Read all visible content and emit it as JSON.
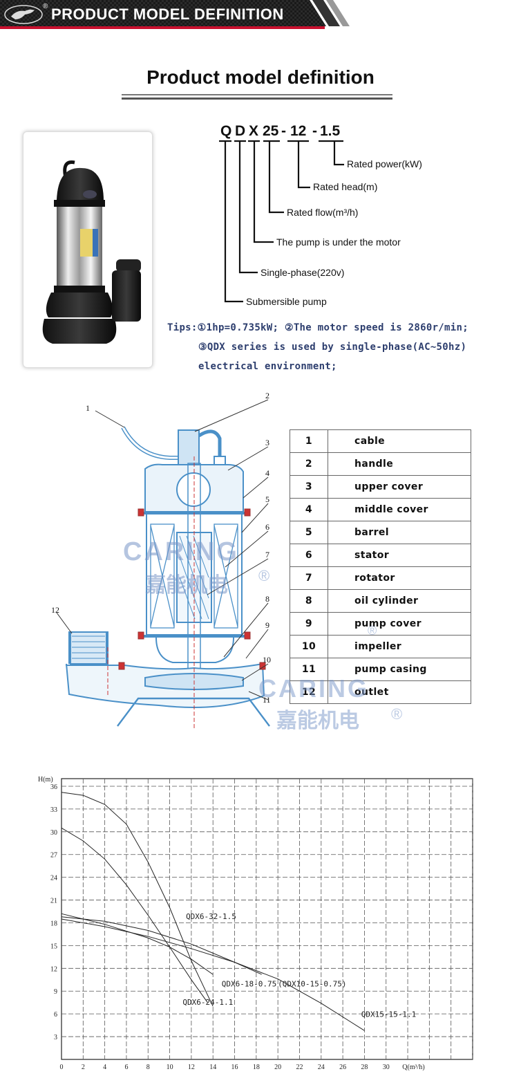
{
  "banner": {
    "title": "PRODUCT MODEL DEFINITION",
    "reg": "®"
  },
  "section": {
    "title": "Product model definition"
  },
  "model": {
    "letters": [
      "Q",
      "D",
      "X",
      "25",
      "-",
      "12",
      "-",
      "1.5"
    ],
    "definitions": [
      "Rated power(kW)",
      "Rated head(m)",
      "Rated flow(m³/h)",
      "The pump is under the motor",
      "Single-phase(220v)",
      "Submersible pump"
    ]
  },
  "tips": {
    "line1": "Tips:①1hp=0.735kW; ②The motor speed is 2860r/min;",
    "line2": "③QDX series is used by single-phase(AC~50hz)",
    "line3": "electrical environment;"
  },
  "diagram": {
    "callouts": [
      "1",
      "2",
      "3",
      "4",
      "5",
      "6",
      "7",
      "8",
      "9",
      "10",
      "11",
      "12"
    ],
    "watermark": {
      "brand": "CARING",
      "chinese": "嘉能机电",
      "reg": "®"
    }
  },
  "parts": [
    {
      "no": "1",
      "name": "cable"
    },
    {
      "no": "2",
      "name": "handle"
    },
    {
      "no": "3",
      "name": "upper cover"
    },
    {
      "no": "4",
      "name": "middle cover"
    },
    {
      "no": "5",
      "name": "barrel"
    },
    {
      "no": "6",
      "name": "stator"
    },
    {
      "no": "7",
      "name": "rotator"
    },
    {
      "no": "8",
      "name": "oil cylinder"
    },
    {
      "no": "9",
      "name": "pump cover"
    },
    {
      "no": "10",
      "name": "impeller"
    },
    {
      "no": "11",
      "name": "pump casing"
    },
    {
      "no": "12",
      "name": "outlet"
    }
  ],
  "colors": {
    "banner": "#1c1c1c",
    "tips": "#2d3e6e",
    "diagram_line": "#4a90c8",
    "watermark": "#7a96c8"
  },
  "chart_data": {
    "type": "line",
    "title": "",
    "ylabel": "H(m)",
    "xlabel": "Q(m³/h)",
    "xlim": [
      0,
      38
    ],
    "ylim": [
      0,
      37
    ],
    "x_ticks": [
      0,
      2,
      4,
      6,
      8,
      10,
      12,
      14,
      16,
      18,
      20,
      22,
      24,
      26,
      28,
      30
    ],
    "y_ticks": [
      3,
      6,
      9,
      12,
      15,
      18,
      21,
      24,
      27,
      30,
      33,
      36
    ],
    "grid": true,
    "series": [
      {
        "name": "QDX6-32-1.5",
        "x": [
          0,
          2,
          4,
          6,
          8,
          10,
          12,
          14
        ],
        "y": [
          35.2,
          34.8,
          33.6,
          31.0,
          26.0,
          20.0,
          13.0,
          7.0
        ]
      },
      {
        "name": "QDX6-24-1.1",
        "x": [
          0,
          2,
          4,
          6,
          8,
          10,
          12,
          13.5
        ],
        "y": [
          30.5,
          28.8,
          26.4,
          23.0,
          19.0,
          14.8,
          10.5,
          7.5
        ]
      },
      {
        "name": "QDX6-18-0.75",
        "x": [
          0,
          4,
          8,
          10,
          12,
          14
        ],
        "y": [
          19.2,
          17.8,
          16.0,
          14.8,
          13.2,
          11.2
        ]
      },
      {
        "name": "(QDX10-15-0.75)",
        "x": [
          0,
          4,
          8,
          12,
          16,
          18.5
        ],
        "y": [
          18.8,
          18.2,
          17.0,
          15.2,
          12.8,
          11.2
        ]
      },
      {
        "name": "QDX15-15-1.1",
        "x": [
          0,
          4,
          8,
          12,
          16,
          20,
          24,
          28
        ],
        "y": [
          18.5,
          17.5,
          16.2,
          14.6,
          12.8,
          10.6,
          7.4,
          3.8
        ]
      }
    ]
  }
}
